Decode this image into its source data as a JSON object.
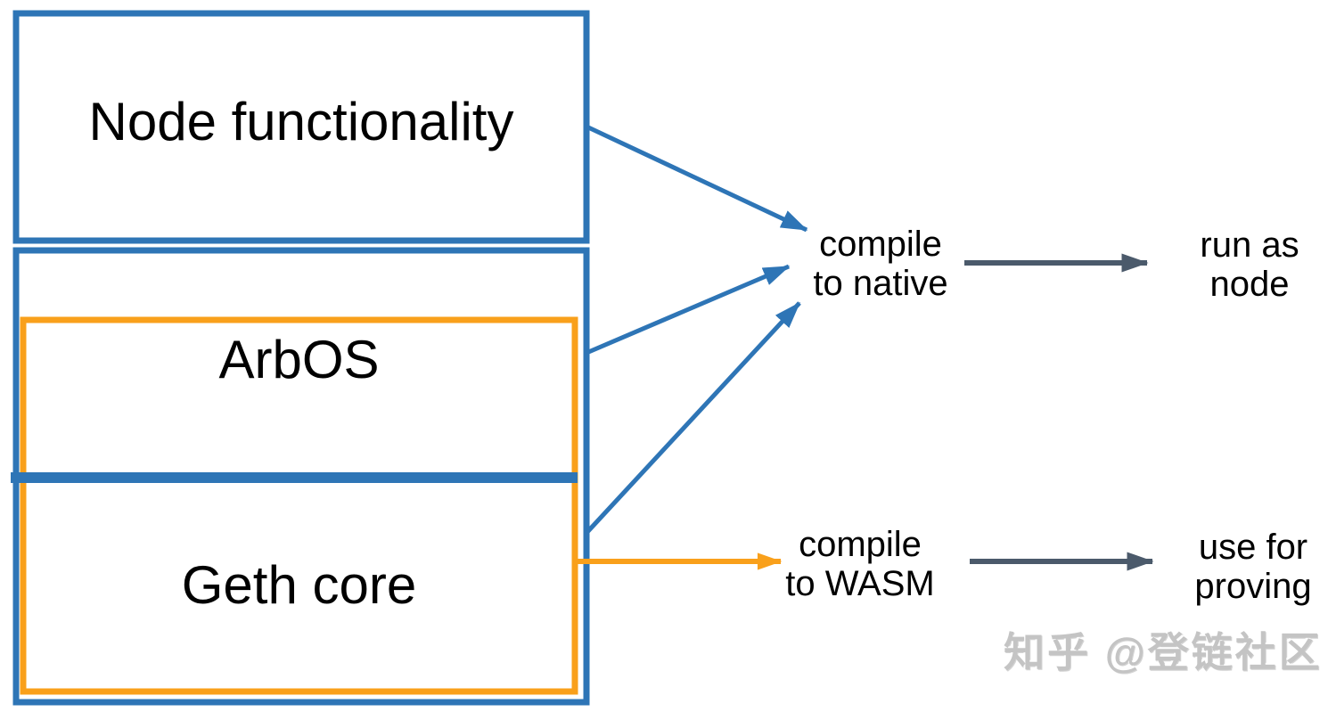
{
  "diagram": {
    "boxes": {
      "node_functionality": "Node functionality",
      "arbos": "ArbOS",
      "geth_core": "Geth core"
    },
    "annotations": {
      "compile_to_native": "compile\nto native",
      "run_as_node": "run as\nnode",
      "compile_to_wasm": "compile\nto WASM",
      "use_for_proving": "use for\nproving"
    },
    "watermark": "知乎 @登链社区",
    "colors": {
      "blue": "#2E75B6",
      "orange": "#F9A01B",
      "arrow_gray": "#4B5A6B",
      "text_black": "#000000",
      "watermark_gray": "#C4C4C4"
    }
  }
}
